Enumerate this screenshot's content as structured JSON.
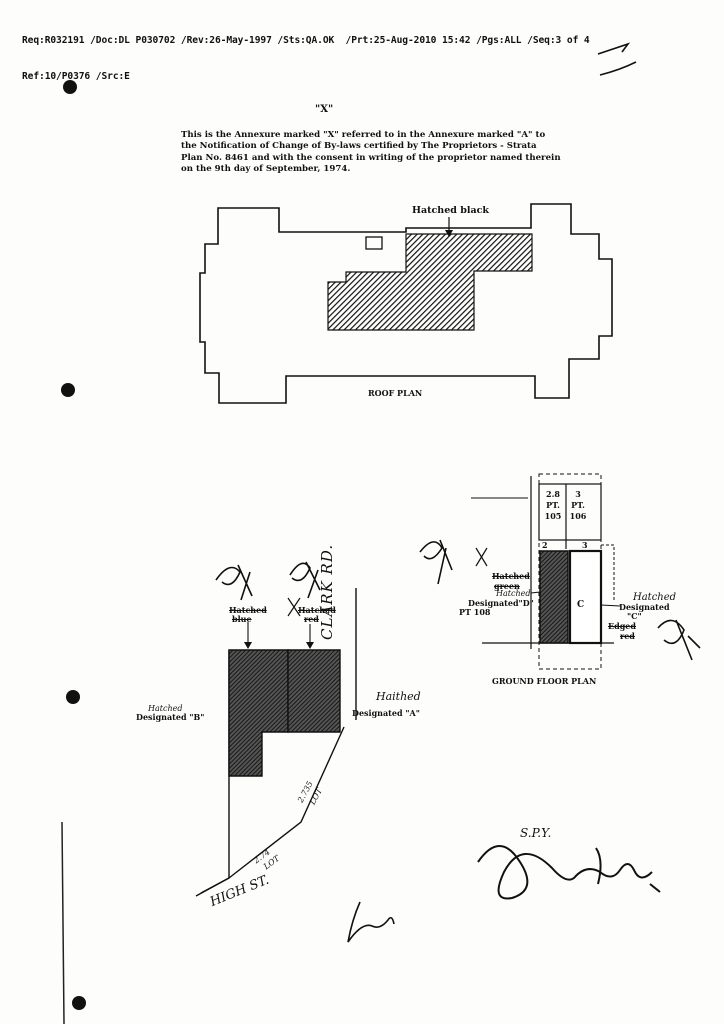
{
  "header": {
    "line1": "Req:R032191 /Doc:DL P030702 /Rev:26-May-1997 /Sts:QA.OK  /Prt:25-Aug-2010 15:42 /Pgs:ALL /Seq:3 of 4",
    "line2": "Ref:10/P0376 /Src:E"
  },
  "title": "\"X\"",
  "paragraph": [
    "This is the Annexure marked \"X\" referred to in the Annexure marked \"A\" to",
    "the Notification of Change of By-laws certified by The Proprietors - Strata",
    "Plan No. 8461 and with the consent in writing of the proprietor named therein",
    "on the 9th day of September, 1974."
  ],
  "roof_plan": {
    "hatched_label": "Hatched black",
    "caption": "ROOF PLAN"
  },
  "ground_floor": {
    "cell1_lines": [
      "2.8",
      "PT.",
      "105"
    ],
    "cell2_lines": [
      "3",
      "PT.",
      "106"
    ],
    "num_2": "2",
    "num_3": "3",
    "hatched_green": "Hatched",
    "green": "green",
    "hatched_hand": "Hatched",
    "designated_d": "Designated\"D\"",
    "pt108": "PT 108",
    "c_letter": "C",
    "designated_c1": "Designated",
    "designated_c2": "\"C\"",
    "hatched_hand_right": "Hatched",
    "edged": "Edged",
    "red": "red",
    "caption": "GROUND FLOOR PLAN"
  },
  "site_plan": {
    "hatched_blue": "Hatched",
    "blue": "blue",
    "hatched_red": "Hatched",
    "red": "red",
    "hatched_hand_left": "Hatched",
    "designated_b": "Designated \"B\"",
    "hatched_hand_right": "Haithed",
    "designated_a": "Designated \"A\"",
    "clark_rd": "CLARK RD.",
    "high_st": "HIGH ST.",
    "dim1_a": "2.735",
    "dim1_b": "LOT",
    "dim2_a": "2.74",
    "dim2_b": "LOT"
  },
  "signature_note": "S.P.Y."
}
